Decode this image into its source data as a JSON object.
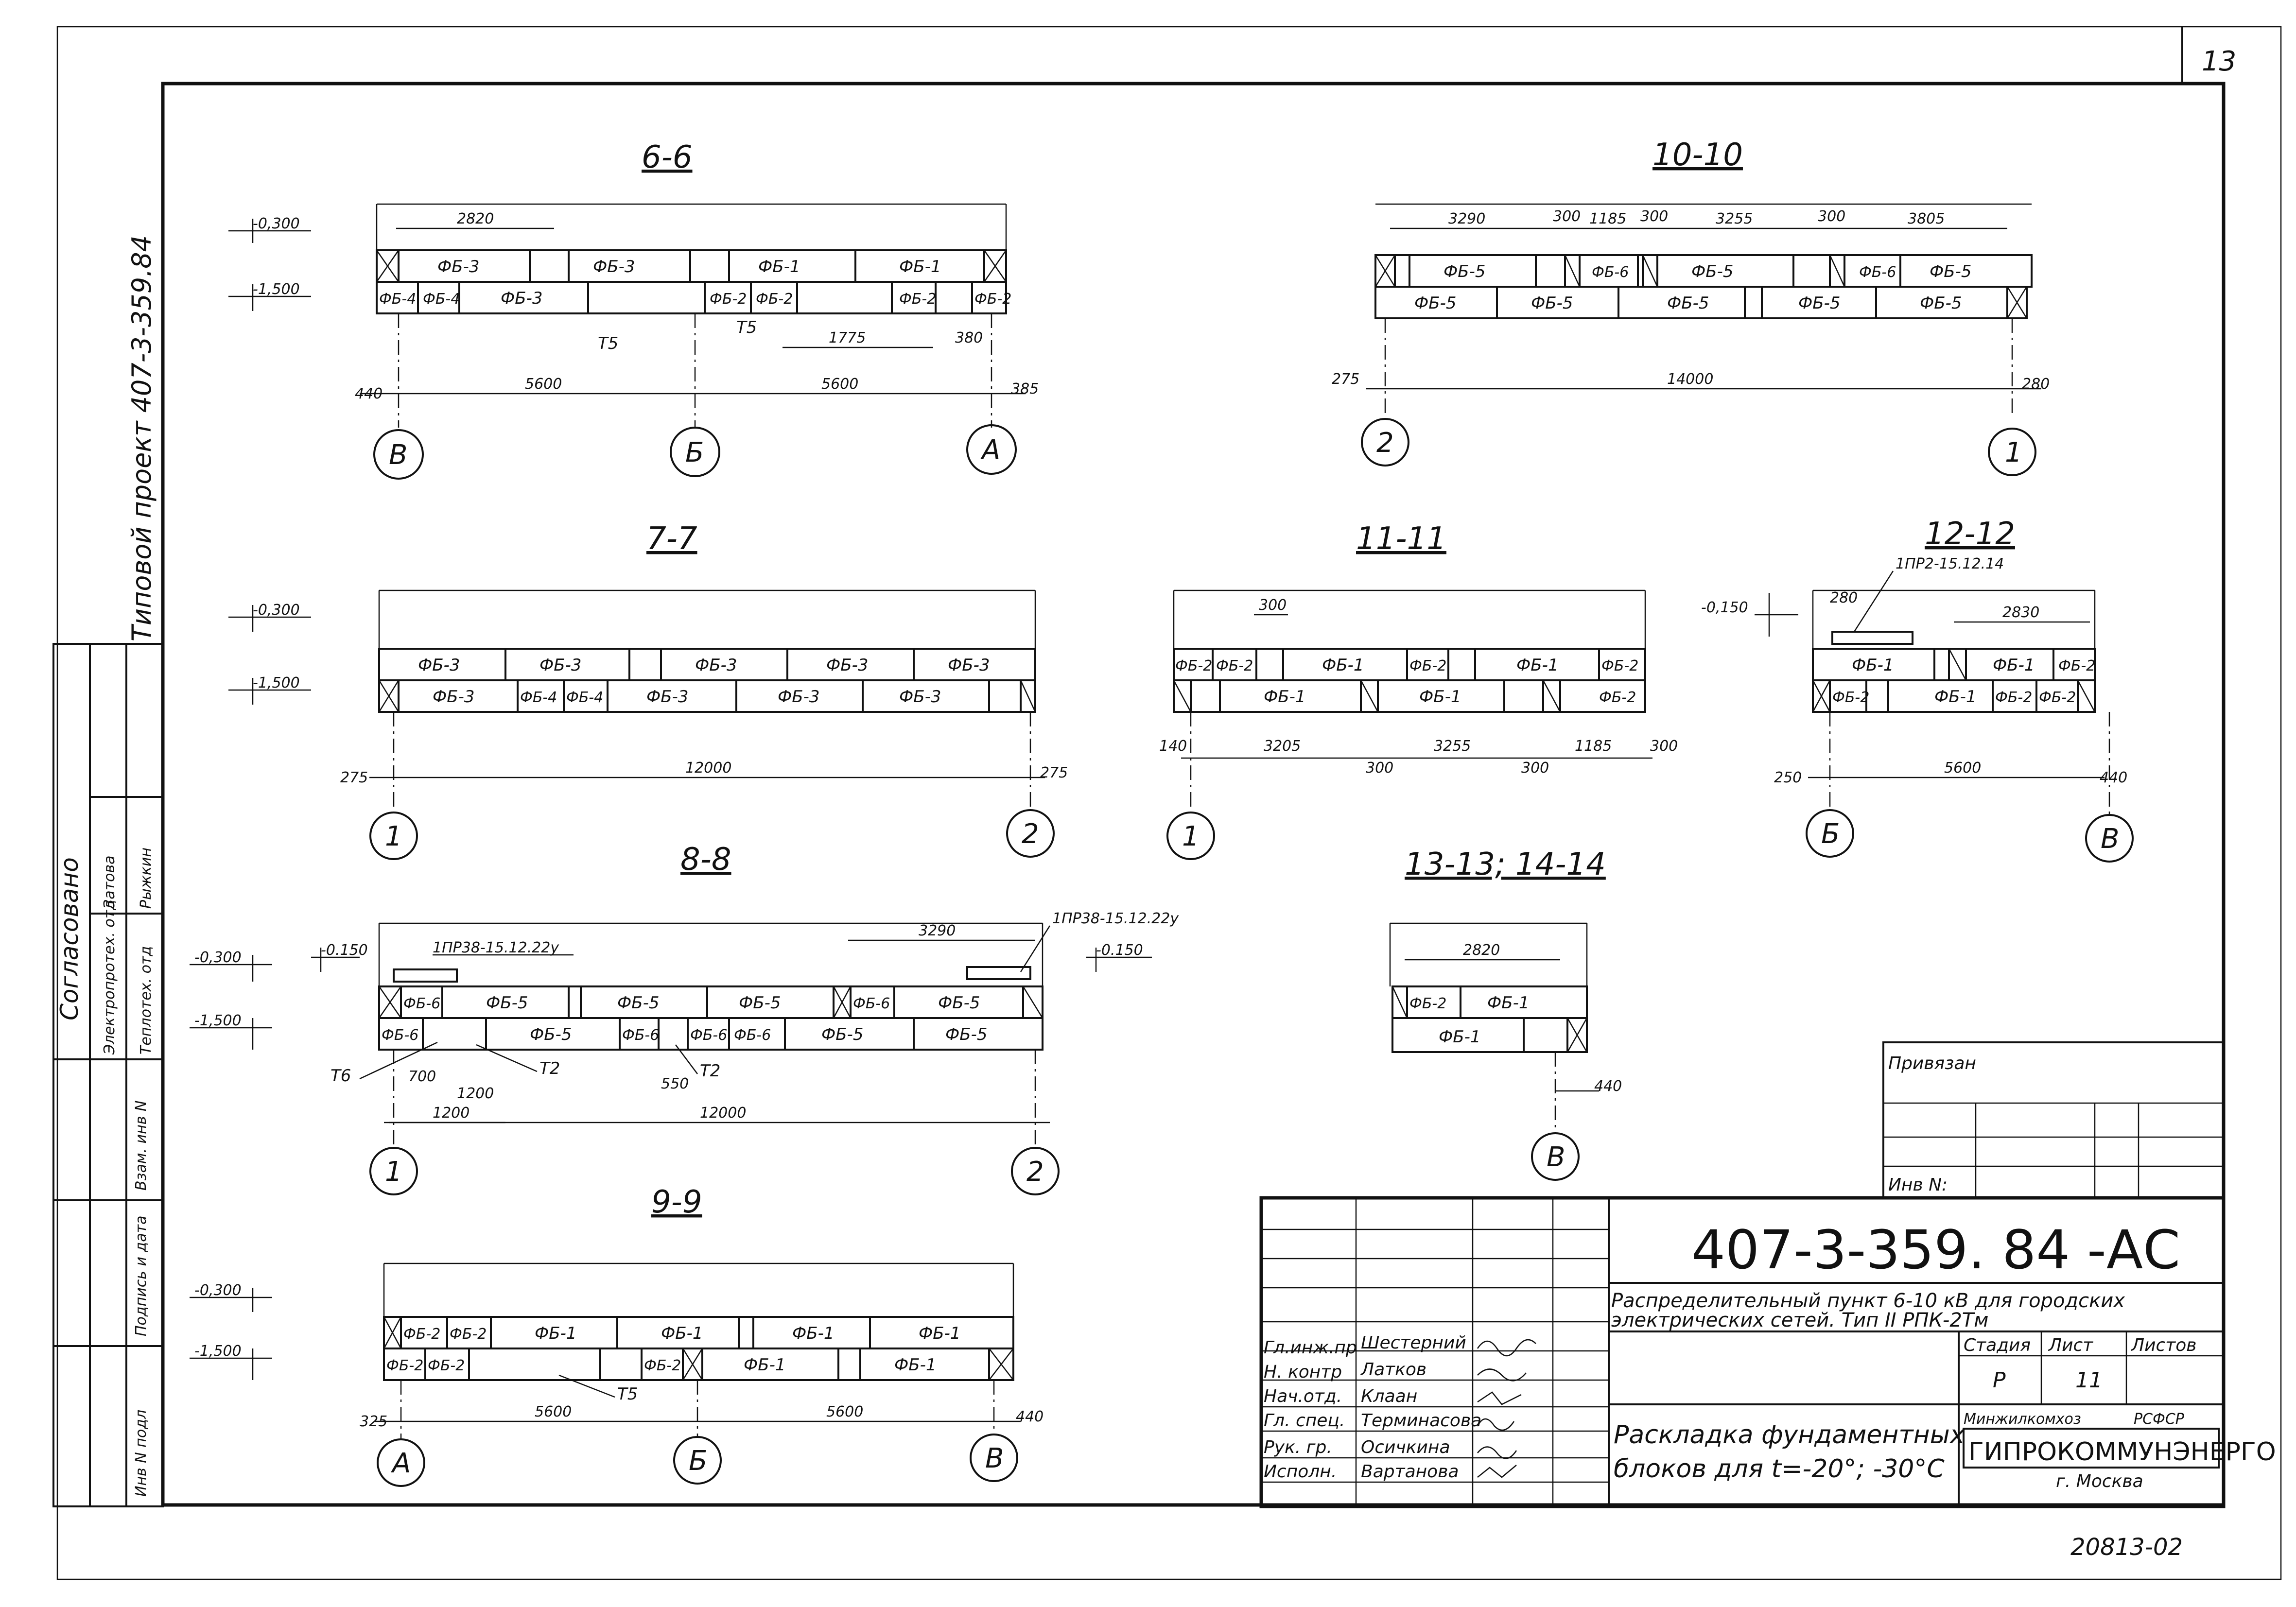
{
  "sheet_number": "13",
  "side_text": {
    "project": "Типовой проект 407-3-359.84",
    "soglasovano": "Согласовано",
    "elektroprotekh": "Электропротех. отд",
    "teplotekh": "Теплотех. отд",
    "zatova": "Затова",
    "ryzhkin": "Рыжкин",
    "vzam": "Взам. инв N",
    "podpis": "Подпись и дата",
    "inv_podl": "Инв N подл"
  },
  "sections": {
    "s6": {
      "title": "6-6",
      "levels": [
        "-0,300",
        "-1,500"
      ],
      "row1": [
        "ФБ-3",
        "ФБ-3",
        "ФБ-1",
        "ФБ-1"
      ],
      "row2": [
        "ФБ-4",
        "ФБ-4",
        "ФБ-3",
        "ФБ-2",
        "ФБ-2",
        "ФБ-2",
        "ФБ-2"
      ],
      "dims": [
        "2820",
        "5600",
        "5600",
        "440",
        "385",
        "1775",
        "380"
      ],
      "marks": [
        "Т5",
        "Т5"
      ],
      "axes": [
        "В",
        "Б",
        "А"
      ]
    },
    "s7": {
      "title": "7-7",
      "levels": [
        "-0,300",
        "-1,500"
      ],
      "row1": [
        "ФБ-3",
        "ФБ-3",
        "ФБ-3",
        "ФБ-3",
        "ФБ-3"
      ],
      "row2": [
        "ФБ-3",
        "ФБ-4",
        "ФБ-4",
        "ФБ-3",
        "ФБ-3",
        "ФБ-3"
      ],
      "dims": [
        "12000",
        "275",
        "275"
      ],
      "axes": [
        "1",
        "2"
      ]
    },
    "s8": {
      "title": "8-8",
      "levels": [
        "-0,300",
        "-0.150",
        "-1,500",
        "-0.150"
      ],
      "row1": [
        "ФБ-6",
        "ФБ-5",
        "ФБ-5",
        "ФБ-5",
        "ФБ-6",
        "ФБ-5"
      ],
      "row2": [
        "ФБ-6",
        "ФБ-5",
        "ФБ-6",
        "ФБ-6",
        "ФБ-6",
        "ФБ-5",
        "ФБ-5"
      ],
      "dims": [
        "3290",
        "700",
        "1200",
        "1200",
        "550",
        "12000"
      ],
      "plates": [
        "1ПР38-15.12.22у",
        "1ПР38-15.12.22у"
      ],
      "marks": [
        "Т6",
        "Т2",
        "Т2"
      ],
      "axes": [
        "1",
        "2"
      ]
    },
    "s9": {
      "title": "9-9",
      "levels": [
        "-0,300",
        "-1,500"
      ],
      "row1": [
        "ФБ-2",
        "ФБ-2",
        "ФБ-1",
        "ФБ-1",
        "ФБ-1",
        "ФБ-1"
      ],
      "row2": [
        "ФБ-2",
        "ФБ-2",
        "ФБ-2",
        "ФБ-1",
        "ФБ-1"
      ],
      "dims": [
        "325",
        "5600",
        "5600",
        "440"
      ],
      "marks": [
        "Т5"
      ],
      "axes": [
        "А",
        "Б",
        "В"
      ]
    },
    "s10": {
      "title": "10-10",
      "row1": [
        "ФБ-5",
        "ФБ-6",
        "ФБ-5",
        "ФБ-6",
        "ФБ-5"
      ],
      "row2": [
        "ФБ-5",
        "ФБ-5",
        "ФБ-5",
        "ФБ-5",
        "ФБ-5"
      ],
      "dims": [
        "3290",
        "300",
        "1185",
        "300",
        "3255",
        "300",
        "3805",
        "275",
        "14000",
        "280"
      ],
      "axes": [
        "2",
        "1"
      ]
    },
    "s11": {
      "title": "11-11",
      "row1": [
        "ФБ-2",
        "ФБ-2",
        "ФБ-1",
        "ФБ-2",
        "ФБ-1",
        "ФБ-2"
      ],
      "row2": [
        "ФБ-1",
        "ФБ-1",
        "ФБ-2"
      ],
      "dims": [
        "300",
        "140",
        "3205",
        "300",
        "3255",
        "300",
        "1185",
        "300"
      ],
      "axes": [
        "1"
      ]
    },
    "s12": {
      "title": "12-12",
      "levels": [
        "-0,150"
      ],
      "row1": [
        "ФБ-1",
        "ФБ-1",
        "ФБ-2"
      ],
      "row2": [
        "ФБ-2",
        "ФБ-1",
        "ФБ-2",
        "ФБ-2"
      ],
      "dims": [
        "280",
        "2830",
        "250",
        "5600",
        "440"
      ],
      "plates": [
        "1ПР2-15.12.14"
      ],
      "axes": [
        "Б",
        "В"
      ]
    },
    "s13": {
      "title": "13-13; 14-14",
      "row1": [
        "ФБ-2",
        "ФБ-1"
      ],
      "row2": [
        "ФБ-1"
      ],
      "dims": [
        "2820",
        "440"
      ],
      "axes": [
        "В"
      ]
    }
  },
  "title_block": {
    "privyazan": "Привязан",
    "inv_no": "Инв N:",
    "code": "407-3-359. 84 -АС",
    "description1": "Распределительный пункт 6-10 кВ для городских",
    "description2": "электрических сетей.  Тип II РПК-2Тм",
    "stage_label": "Стадия",
    "sheet_label": "Лист",
    "sheets_label": "Листов",
    "stage": "Р",
    "sheet": "11",
    "drawing_title1": "Раскладка фундаментных",
    "drawing_title2": "блоков для t=-20°; -30°С",
    "ministry": "Минжилкомхоз",
    "republic": "РСФСР",
    "org": "ГИПРОКОММУНЭНЕРГО",
    "city": "г. Москва",
    "roles": [
      {
        "role": "Гл.инж.пр",
        "name": "Шестерний"
      },
      {
        "role": "Н. контр",
        "name": "Латков"
      },
      {
        "role": "Нач.отд.",
        "name": "Клаан"
      },
      {
        "role": "Гл. спец.",
        "name": "Терминасова"
      },
      {
        "role": "Рук. гр.",
        "name": "Осичкина"
      },
      {
        "role": "Исполн.",
        "name": "Вартанова"
      }
    ],
    "archive": "20813-02"
  }
}
